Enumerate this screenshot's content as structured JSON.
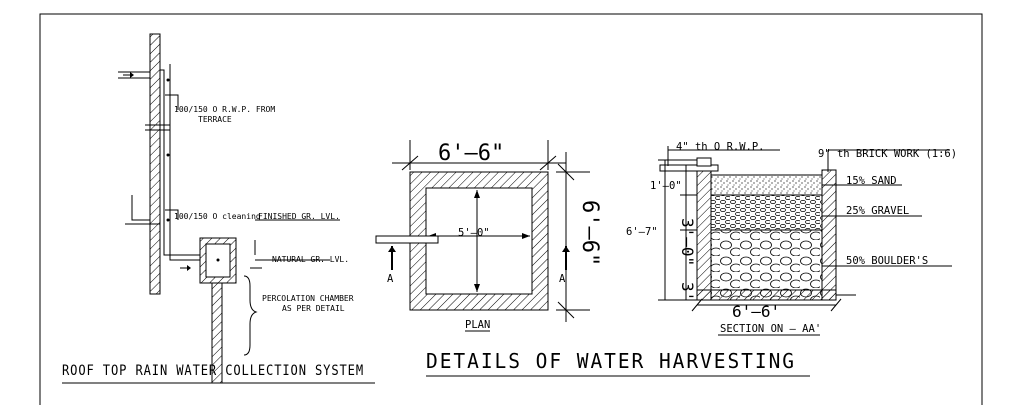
{
  "roof_system": {
    "rwp_from_terrace_line1": "100/150 O R.W.P. FROM",
    "rwp_from_terrace_line2": "TERRACE",
    "cleaning_label": "100/150 O cleaning",
    "finished_gr_lvl": "FINISHED GR. LVL.",
    "natural_gr_lvl": "NATURAL GR. LVL.",
    "percolation_line1": "PERCOLATION CHAMBER",
    "percolation_line2": "AS PER DETAIL",
    "caption": "ROOF TOP RAIN WATER COLLECTION SYSTEM"
  },
  "plan": {
    "top_dim": "6'–6\"",
    "side_dim": "6'–6\"",
    "inner_dim": "5'–0\"",
    "section_mark_left": "A",
    "section_mark_right": "A",
    "caption": "PLAN"
  },
  "section": {
    "rwp_label": "4\" th O R.W.P.",
    "brick_label": "9\" th BRICK WORK (1:6)",
    "sand_label": "15% SAND",
    "gravel_label": "25% GRAVEL",
    "boulder_label": "50% BOULDER'S",
    "height_total": "6'–7\"",
    "height_top": "1'–0\"",
    "height_mid": "3'–0\"",
    "height_bottom": "3'",
    "width_dim": "6'–6'",
    "caption": "SECTION ON – AA'"
  },
  "main_title": "DETAILS OF WATER HARVESTING"
}
